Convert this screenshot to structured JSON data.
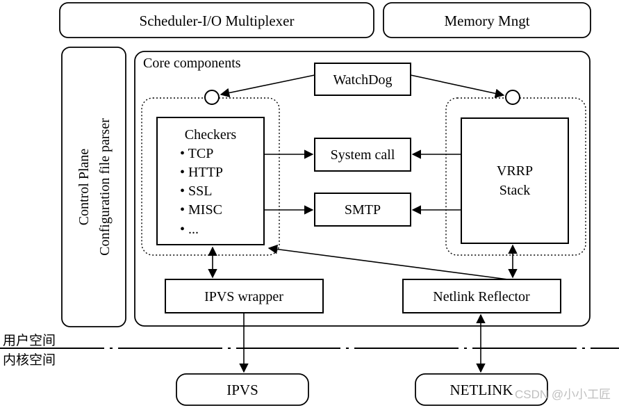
{
  "colors": {
    "ink": "#000000",
    "background": "#ffffff",
    "watermark": "#bfbfbf"
  },
  "top_row": {
    "scheduler": "Scheduler-I/O Multiplexer",
    "memory": "Memory Mngt"
  },
  "control_plane": {
    "line1": "Control Plane",
    "line2": "Configuration file parser"
  },
  "core": {
    "title": "Core components",
    "watchdog": "WatchDog",
    "system_call": "System call",
    "smtp": "SMTP",
    "checkers": {
      "title": "Checkers",
      "items": [
        "• TCP",
        "• HTTP",
        "• SSL",
        "• MISC",
        "• ..."
      ]
    },
    "vrrp": {
      "line1": "VRRP",
      "line2": "Stack"
    },
    "ipvs_wrapper": "IPVS wrapper",
    "netlink_reflector": "Netlink Reflector"
  },
  "spaces": {
    "user": "用户空间",
    "kernel": "内核空间"
  },
  "kernel_row": {
    "ipvs": "IPVS",
    "netlink": "NETLINK"
  },
  "watermark": "CSDN @小小工匠"
}
